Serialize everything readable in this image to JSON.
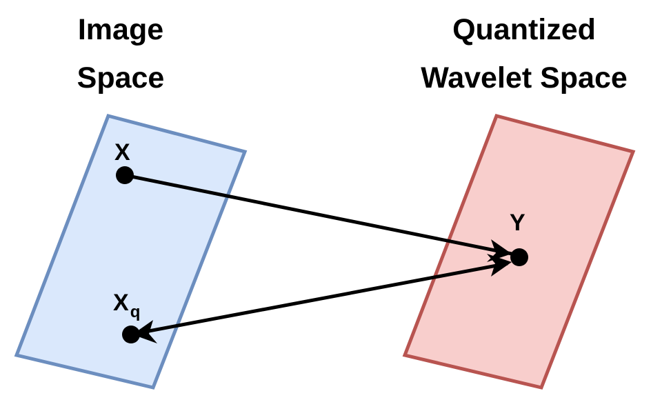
{
  "left_space": {
    "title_line1": "Image",
    "title_line2": "Space",
    "fill": "#dae8fc",
    "stroke": "#6c8ebf"
  },
  "right_space": {
    "title_line1": "Quantized",
    "title_line2": "Wavelet Space",
    "fill": "#f8cecc",
    "stroke": "#b85450"
  },
  "points": {
    "x": {
      "label": "X"
    },
    "xq": {
      "label": "X",
      "subscript": "q"
    },
    "y": {
      "label": "Y"
    }
  },
  "colors": {
    "point": "#000000",
    "arrow": "#000000"
  }
}
